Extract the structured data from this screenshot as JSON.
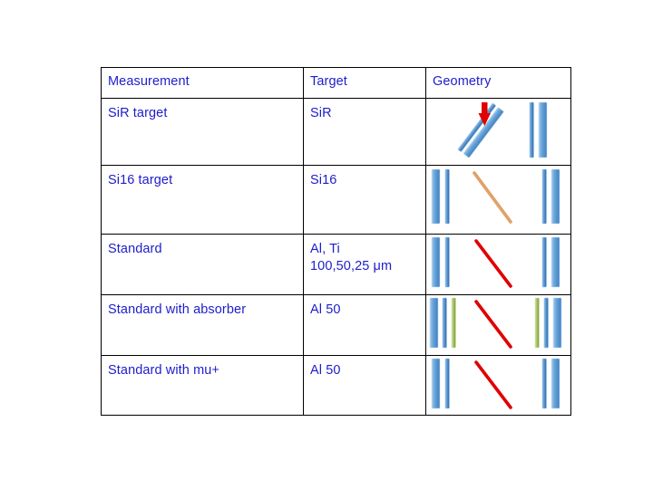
{
  "slide": {
    "background_color": "#ffffff",
    "text_color": "#1d1dcc",
    "border_color": "#000000"
  },
  "table": {
    "columns": [
      {
        "key": "measurement",
        "label": "Measurement"
      },
      {
        "key": "target",
        "label": "Target"
      },
      {
        "key": "geometry",
        "label": "Geometry"
      }
    ],
    "rows": [
      {
        "measurement": "SiR target",
        "target": "SiR",
        "geometry": {
          "name": "sir-target-geometry",
          "description": "tilted double blue detector bar with red downward beam arrow and two vertical blue bars at right",
          "elements": [
            {
              "type": "bar",
              "color": "#5b9bd5",
              "orientation": "diagonal",
              "count": 2
            },
            {
              "type": "arrow",
              "color": "#e00000",
              "direction": "down"
            },
            {
              "type": "bar",
              "color": "#5b9bd5",
              "orientation": "vertical",
              "count": 2
            }
          ]
        }
      },
      {
        "measurement": "Si16 target",
        "target": "Si16",
        "geometry": {
          "name": "si16-target-geometry",
          "description": "two vertical blue bars at left, tan diagonal target, two vertical blue bars at right",
          "elements": [
            {
              "type": "bar",
              "color": "#5b9bd5",
              "orientation": "vertical",
              "count": 2
            },
            {
              "type": "line",
              "color": "#e0a26a",
              "orientation": "diagonal"
            },
            {
              "type": "bar",
              "color": "#5b9bd5",
              "orientation": "vertical",
              "count": 2
            }
          ]
        }
      },
      {
        "measurement": "Standard",
        "target": "Al, Ti\n100,50,25 μm",
        "geometry": {
          "name": "standard-geometry",
          "description": "two vertical blue bars at left, red diagonal target, two vertical blue bars at right",
          "elements": [
            {
              "type": "bar",
              "color": "#5b9bd5",
              "orientation": "vertical",
              "count": 2
            },
            {
              "type": "line",
              "color": "#e00000",
              "orientation": "diagonal"
            },
            {
              "type": "bar",
              "color": "#5b9bd5",
              "orientation": "vertical",
              "count": 2
            }
          ]
        }
      },
      {
        "measurement": "Standard with absorber",
        "target": "Al 50",
        "geometry": {
          "name": "standard-with-absorber-geometry",
          "description": "three bars at left (blue, blue, green absorber), red diagonal target, three bars at right (green absorber, blue, blue)",
          "elements": [
            {
              "type": "bar",
              "color": "#5b9bd5",
              "orientation": "vertical",
              "count": 2
            },
            {
              "type": "bar",
              "color": "#9bbb59",
              "orientation": "vertical",
              "count": 1
            },
            {
              "type": "line",
              "color": "#e00000",
              "orientation": "diagonal"
            },
            {
              "type": "bar",
              "color": "#9bbb59",
              "orientation": "vertical",
              "count": 1
            },
            {
              "type": "bar",
              "color": "#5b9bd5",
              "orientation": "vertical",
              "count": 2
            }
          ]
        }
      },
      {
        "measurement": "Standard with mu+",
        "target": "Al 50",
        "geometry": {
          "name": "standard-with-mu-geometry",
          "description": "two vertical blue bars at left, red diagonal target, two vertical blue bars at right",
          "elements": [
            {
              "type": "bar",
              "color": "#5b9bd5",
              "orientation": "vertical",
              "count": 2
            },
            {
              "type": "line",
              "color": "#e00000",
              "orientation": "diagonal"
            },
            {
              "type": "bar",
              "color": "#5b9bd5",
              "orientation": "vertical",
              "count": 2
            }
          ]
        }
      }
    ]
  },
  "palette": {
    "blue_bar": "#5b9bd5",
    "blue_bar_dark": "#3f7fc1",
    "blue_bar_light": "#c3dcf2",
    "green_bar": "#9bbb59",
    "green_bar_light": "#d3e2a8",
    "tan_line": "#e0a26a",
    "red": "#e00000",
    "text": "#1d1dcc"
  }
}
